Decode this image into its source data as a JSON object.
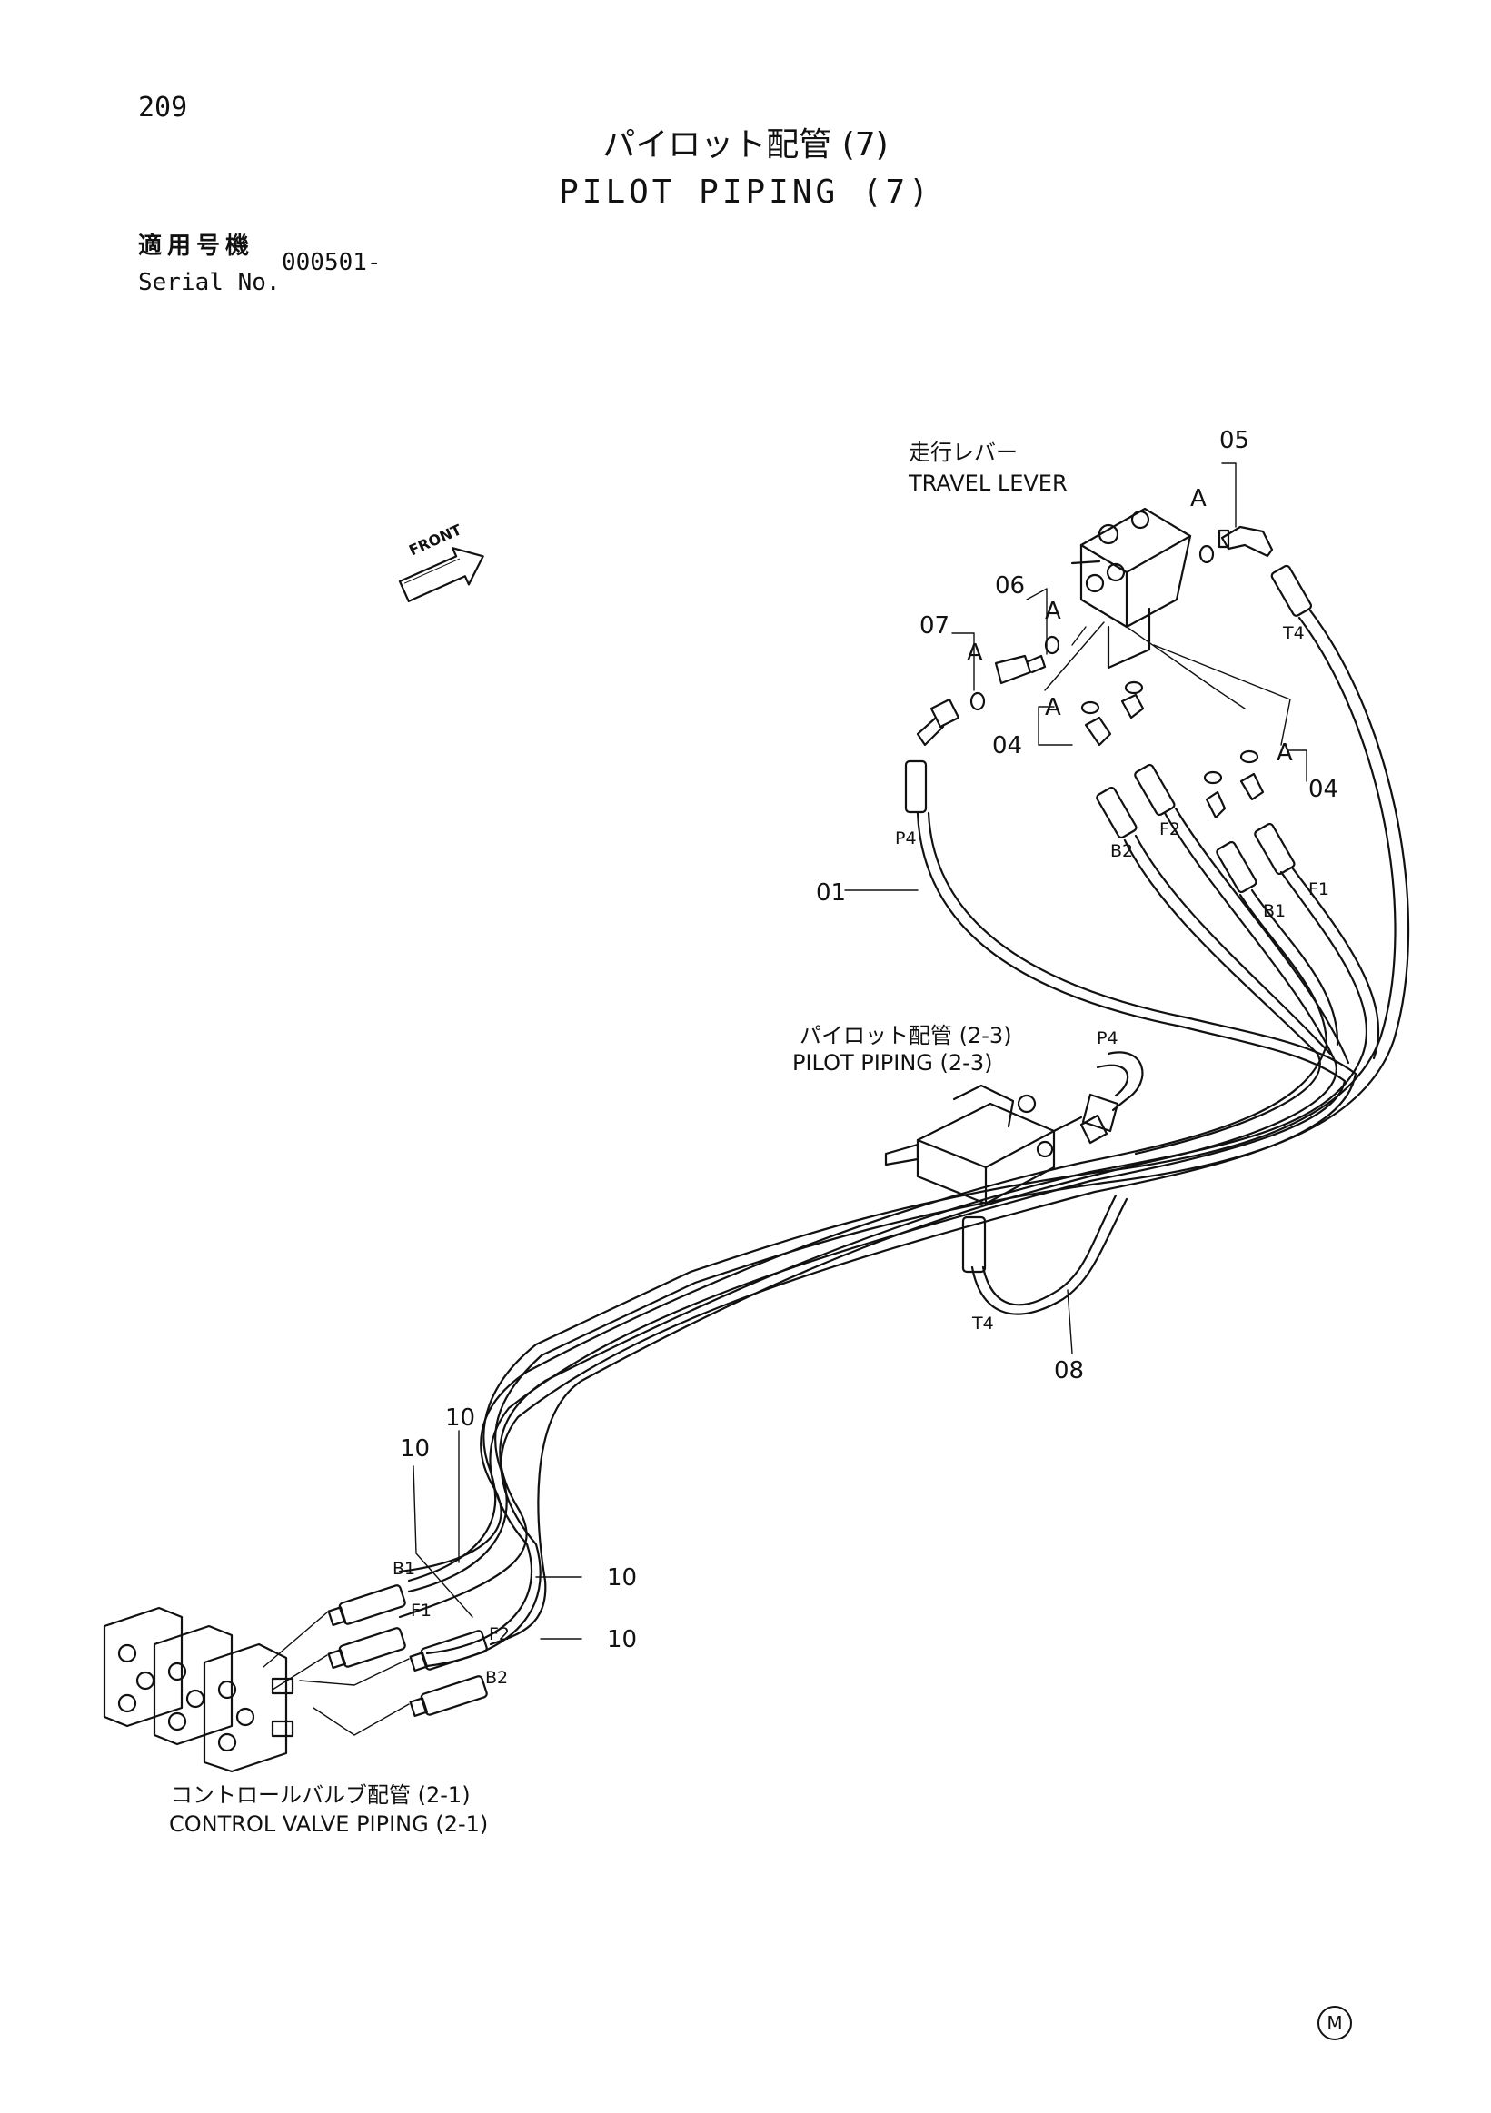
{
  "page": {
    "number": "209"
  },
  "title": {
    "jp": "パイロット配管 (7)",
    "en": "PILOT PIPING (7)"
  },
  "serial": {
    "label_jp": "適用号機",
    "label_en": "Serial No.",
    "value": "000501-"
  },
  "labels": {
    "travel_lever_jp": "走行レバー",
    "travel_lever_en": "TRAVEL LEVER",
    "pilot_piping_jp": "パイロット配管 (2-3)",
    "pilot_piping_en": "PILOT PIPING (2-3)",
    "control_valve_jp": "コントロールバルブ配管 (2-1)",
    "control_valve_en": "CONTROL VALVE PIPING (2-1)",
    "front_arrow": "FRONT"
  },
  "part_numbers": {
    "p01": "01",
    "p04_left": "04",
    "p04_right": "04",
    "p05": "05",
    "p06": "06",
    "p07": "07",
    "p08": "08",
    "p10_a": "10",
    "p10_b": "10",
    "p10_c": "10",
    "p10_d": "10"
  },
  "detail_marks": {
    "a1": "A",
    "a2": "A",
    "a3": "A",
    "a4": "A",
    "a5": "A"
  },
  "port_labels": {
    "p4_top": "P4",
    "t4_top": "T4",
    "b2_top": "B2",
    "f2_top": "F2",
    "b1_top": "B1",
    "f1_top": "F1",
    "p4_mid": "P4",
    "t4_mid": "T4",
    "b1_low": "B1",
    "f1_low": "F1",
    "f2_low": "F2",
    "b2_low": "B2"
  },
  "maker_mark": "M"
}
